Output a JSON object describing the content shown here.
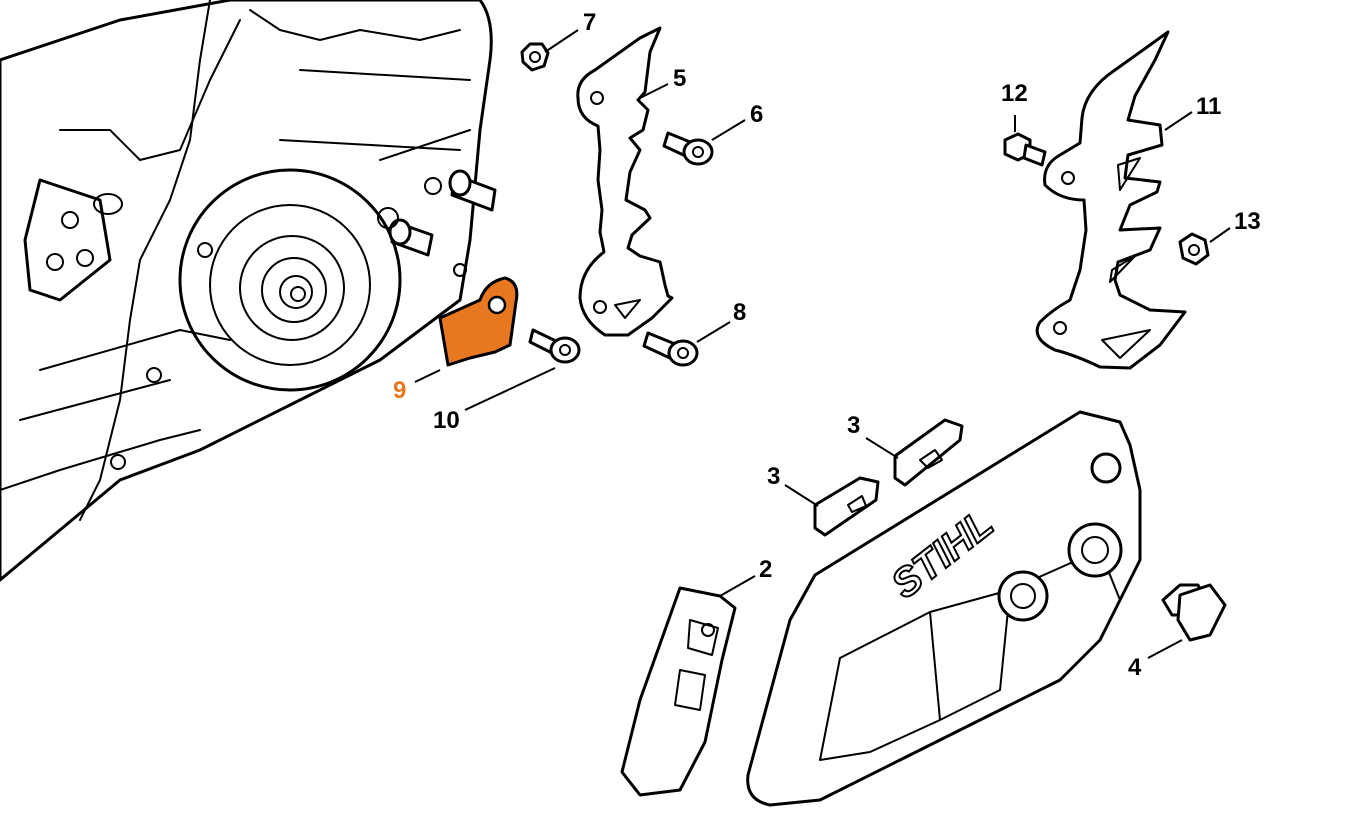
{
  "diagram": {
    "highlight_color": "#e87722",
    "line_color": "#000000",
    "background": "#ffffff",
    "highlighted_part": "9",
    "brand_text": "STIHL",
    "callouts": [
      {
        "id": "c7",
        "label": "7"
      },
      {
        "id": "c5",
        "label": "5"
      },
      {
        "id": "c6",
        "label": "6"
      },
      {
        "id": "c8",
        "label": "8"
      },
      {
        "id": "c9",
        "label": "9"
      },
      {
        "id": "c10",
        "label": "10"
      },
      {
        "id": "c12",
        "label": "12"
      },
      {
        "id": "c11",
        "label": "11"
      },
      {
        "id": "c13",
        "label": "13"
      },
      {
        "id": "c3a",
        "label": "3"
      },
      {
        "id": "c3b",
        "label": "3"
      },
      {
        "id": "c2",
        "label": "2"
      },
      {
        "id": "c4",
        "label": "4"
      }
    ]
  }
}
